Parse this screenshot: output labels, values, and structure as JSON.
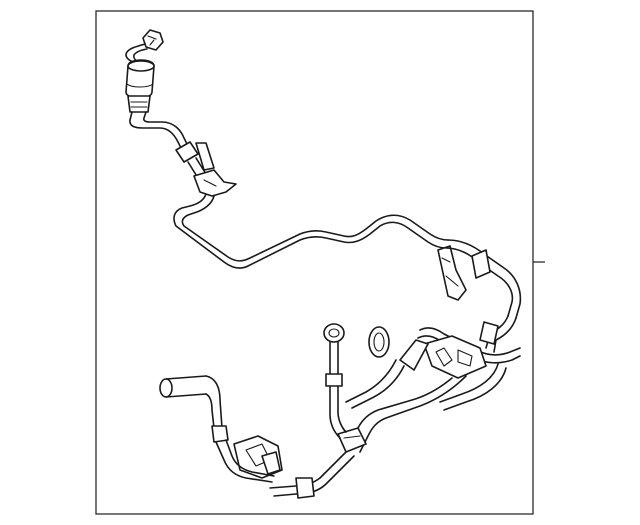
{
  "diagram": {
    "style": "parts-catalog line drawing",
    "colors": {
      "line": "#1a1a1a",
      "background": "#ffffff"
    },
    "components": [
      "upper-connector",
      "inline-filter",
      "upper-tube",
      "upper-bracket",
      "right-bracket",
      "lower-tube-assembly",
      "lower-bracket-left",
      "banjo-fitting",
      "o-ring",
      "inlet-pipe"
    ]
  }
}
